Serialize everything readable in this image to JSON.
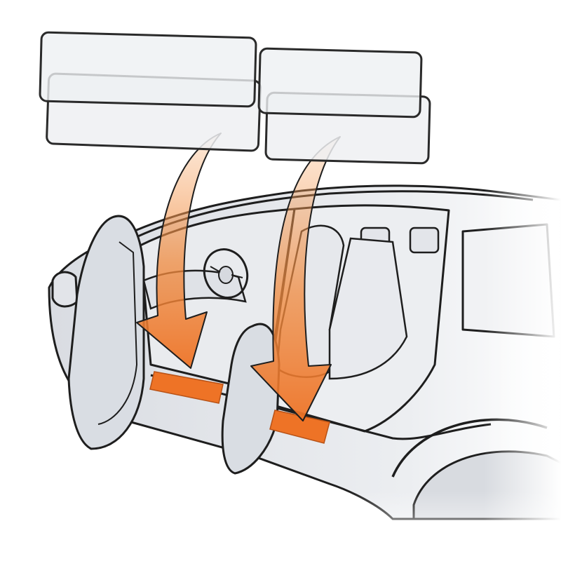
{
  "illustration": {
    "subject": "car-door-sill-protection-film-application",
    "colors": {
      "background": "#ffffff",
      "car_body": "#e4e6ea",
      "car_shade": "#cfd3da",
      "outline": "#1e1e1e",
      "film_fill": "#eef0f2",
      "film_edge": "#2a2a2a",
      "arrow_orange": "#f07a2a",
      "arrow_orange_light": "#f6a868",
      "sill_orange": "#ee7326"
    },
    "films": [
      {
        "name": "film-front-upper"
      },
      {
        "name": "film-front-lower"
      },
      {
        "name": "film-rear-upper"
      },
      {
        "name": "film-rear-lower"
      }
    ],
    "arrows": [
      {
        "name": "arrow-front",
        "target": "front-door-sill"
      },
      {
        "name": "arrow-rear",
        "target": "rear-door-sill"
      }
    ]
  }
}
